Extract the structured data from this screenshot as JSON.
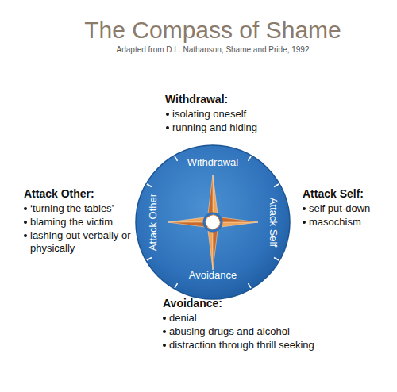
{
  "diagram": {
    "title": "The Compass of Shame",
    "nodes": [
      {
        "text": [
          "Withdrawal",
          "Attack Self",
          "Avoidance",
          "Attack Other"
        ]
      }
    ],
    "edges": [],
    "labels": [
      "Adapted from D.L. Nathanson, Shame and Pride, 1992",
      "Withdrawal:",
      "isolating oneself",
      "running and hiding",
      "Attack Self:",
      "self put-down",
      "masochism",
      "Attack Other:",
      "‘turning the tables’",
      "blaming the victim",
      "lashing out verbally or physically",
      "Avoidance:",
      "denial",
      "abusing drugs and alcohol",
      "distraction through thrill seeking"
    ]
  }
}
